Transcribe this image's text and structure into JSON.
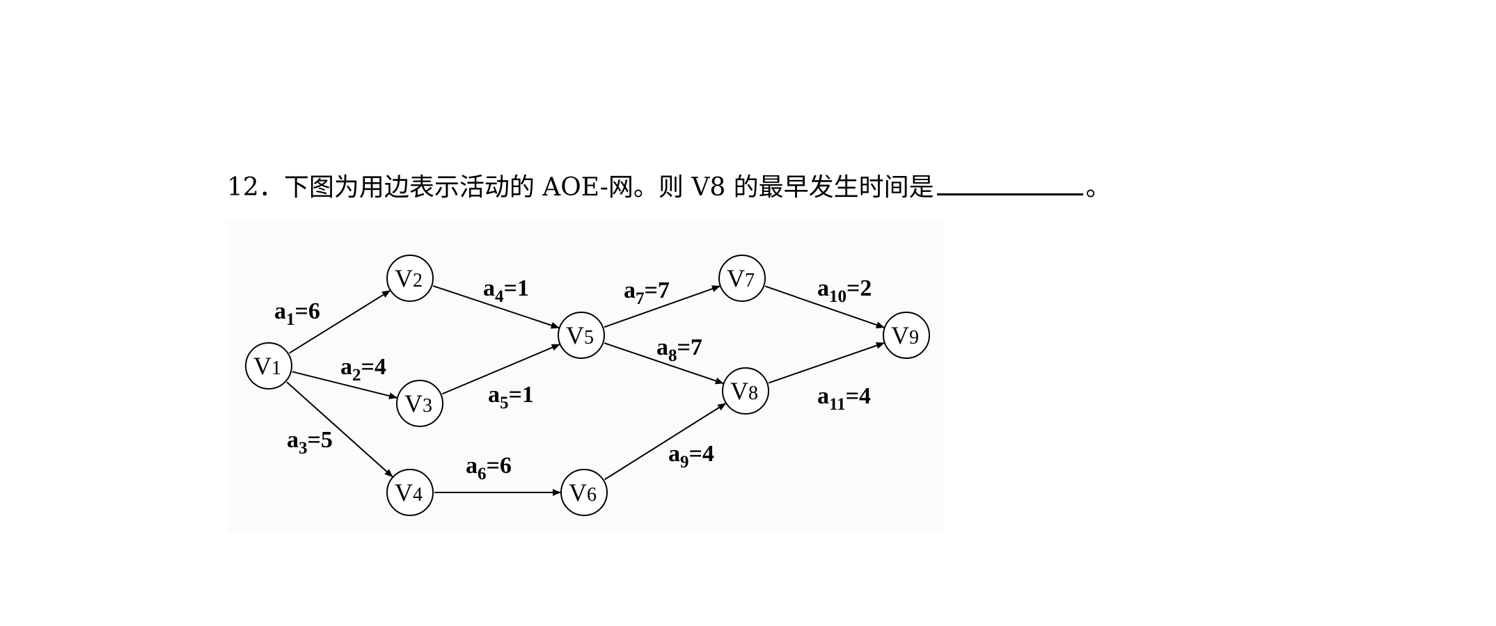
{
  "question": {
    "number": "12．",
    "text_before": "下图为用边表示活动的 AOE-网。则 V8 的最早发生时间是",
    "text_after": "。"
  },
  "graph": {
    "nodes": [
      {
        "id": "v1",
        "base": "V",
        "index": "1"
      },
      {
        "id": "v2",
        "base": "V",
        "index": "2"
      },
      {
        "id": "v3",
        "base": "V",
        "index": "3"
      },
      {
        "id": "v4",
        "base": "V",
        "index": "4"
      },
      {
        "id": "v5",
        "base": "V",
        "index": "5"
      },
      {
        "id": "v6",
        "base": "V",
        "index": "6"
      },
      {
        "id": "v7",
        "base": "V",
        "index": "7"
      },
      {
        "id": "v8",
        "base": "V",
        "index": "8"
      },
      {
        "id": "v9",
        "base": "V",
        "index": "9"
      }
    ],
    "edges": [
      {
        "from": "v1",
        "to": "v2",
        "name": "a",
        "sub": "1",
        "weight": "=6"
      },
      {
        "from": "v1",
        "to": "v3",
        "name": "a",
        "sub": "2",
        "weight": "=4"
      },
      {
        "from": "v1",
        "to": "v4",
        "name": "a",
        "sub": "3",
        "weight": "=5"
      },
      {
        "from": "v2",
        "to": "v5",
        "name": "a",
        "sub": "4",
        "weight": "=1"
      },
      {
        "from": "v3",
        "to": "v5",
        "name": "a",
        "sub": "5",
        "weight": "=1"
      },
      {
        "from": "v4",
        "to": "v6",
        "name": "a",
        "sub": "6",
        "weight": "=6"
      },
      {
        "from": "v5",
        "to": "v7",
        "name": "a",
        "sub": "7",
        "weight": "=7"
      },
      {
        "from": "v5",
        "to": "v8",
        "name": "a",
        "sub": "8",
        "weight": "=7"
      },
      {
        "from": "v6",
        "to": "v8",
        "name": "a",
        "sub": "9",
        "weight": "=4"
      },
      {
        "from": "v7",
        "to": "v9",
        "name": "a",
        "sub": "10",
        "weight": "=2"
      },
      {
        "from": "v8",
        "to": "v9",
        "name": "a",
        "sub": "11",
        "weight": "=4"
      }
    ]
  }
}
